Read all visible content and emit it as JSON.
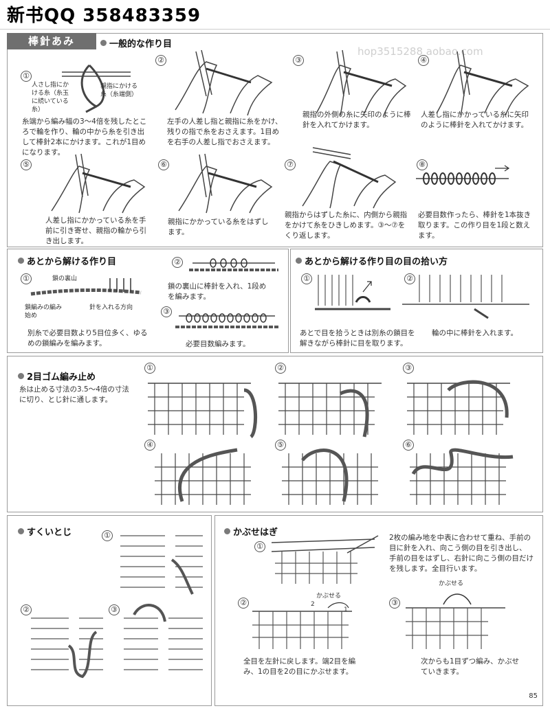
{
  "header": {
    "title": "新书QQ 358483359"
  },
  "watermark": {
    "text": "hop3515288 aobao.com"
  },
  "tab": {
    "label": "棒針あみ"
  },
  "s1": {
    "title": "一般的な作り目",
    "steps": [
      {
        "n": "①",
        "text": "糸端から編み幅の3〜4倍を残したところで輪を作り、輪の中から糸を引き出して棒針2本にかけます。これが1目めになります。",
        "l1": "人さし指にかける糸（糸玉に続いている糸）",
        "l2": "親指にかける糸（糸端側）"
      },
      {
        "n": "②",
        "text": "左手の人差し指と親指に糸をかけ、残りの指で糸をおさえます。1目めを右手の人差し指でおさえます。"
      },
      {
        "n": "③",
        "text": "親指の外側の糸に矢印のように棒針を入れてかけます。"
      },
      {
        "n": "④",
        "text": "人差し指にかかっている糸に矢印のように棒針を入れてかけます。"
      },
      {
        "n": "⑤",
        "text": "人差し指にかかっている糸を手前に引き寄せ、親指の輪から引き出します。"
      },
      {
        "n": "⑥",
        "text": "親指にかかっている糸をはずします。"
      },
      {
        "n": "⑦",
        "text": "親指からはずした糸に、内側から親指をかけて糸をひきしめます。③〜⑦をくり返します。"
      },
      {
        "n": "⑧",
        "text": "必要目数作ったら、棒針を1本抜き取ります。この作り目を1段と数えます。"
      }
    ]
  },
  "s2": {
    "title": "あとから解ける作り目",
    "n1": "①",
    "n2": "②",
    "n3": "③",
    "l_back": "鎖の裏山",
    "l_start": "鎖編みの編み始め",
    "l_dir": "針を入れる方向",
    "t1": "別糸で必要目数より5目位多く、ゆるめの鎖編みを編みます。",
    "t2": "鎖の裏山に棒針を入れ、1段めを編みます。",
    "t3": "必要目数編みます。"
  },
  "s3": {
    "title": "あとから解ける作り目の目の拾い方",
    "n1": "①",
    "n2": "②",
    "t1": "あとで目を拾うときは別糸の鎖目を解きながら棒針に目を取ります。",
    "t2": "輪の中に棒針を入れます。"
  },
  "s4": {
    "title": "2目ゴム編み止め",
    "text": "糸は止める寸法の3.5〜4倍の寸法に切り、とじ針に通します。",
    "nums": [
      "①",
      "②",
      "③",
      "④",
      "⑤",
      "⑥"
    ]
  },
  "s5": {
    "title": "すくいとじ",
    "nums": [
      "①",
      "②",
      "③"
    ]
  },
  "s6": {
    "title": "かぶせはぎ",
    "nums": [
      "①",
      "②",
      "③"
    ],
    "t_main": "2枚の編み地を中表に合わせて重ね、手前の目に針を入れ、向こう側の目を引き出し、手前の目をはずし、右針に向こう側の目だけを残します。全目行います。",
    "t2": "全目を左針に戻します。端2目を編み、1の目を2の目にかぶせます。",
    "t3": "次からも1目ずつ編み、かぶせていきます。",
    "l_kabuseru": "かぶせる",
    "l_1": "1",
    "l_2": "2"
  },
  "page": {
    "number": "85"
  }
}
